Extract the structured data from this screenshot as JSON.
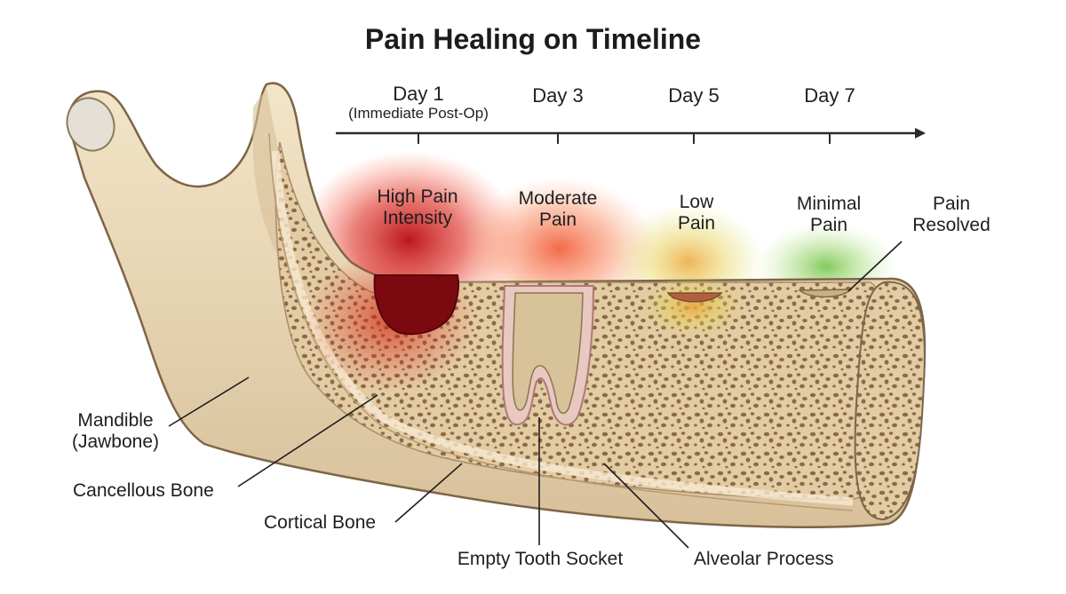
{
  "title": "Pain Healing on Timeline",
  "timeline": {
    "days": [
      {
        "label": "Day 1",
        "note": "(Immediate Post-Op)"
      },
      {
        "label": "Day 3",
        "note": ""
      },
      {
        "label": "Day 5",
        "note": ""
      },
      {
        "label": "Day 7",
        "note": ""
      }
    ]
  },
  "pain_stages": [
    {
      "line1": "High Pain",
      "line2": "Intensity",
      "color": "#c01818"
    },
    {
      "line1": "Moderate",
      "line2": "Pain",
      "color": "#ee4a2a"
    },
    {
      "line1": "Low",
      "line2": "Pain",
      "color": "#e8b030"
    },
    {
      "line1": "Minimal",
      "line2": "Pain",
      "color": "#7ec850"
    },
    {
      "line1": "Pain",
      "line2": "Resolved",
      "color": "#ffffff"
    }
  ],
  "anatomy": {
    "mandible_line1": "Mandible",
    "mandible_line2": "(Jawbone)",
    "cancellous": "Cancellous Bone",
    "cortical": "Cortical Bone",
    "socket": "Empty Tooth Socket",
    "alveolar": "Alveolar Process"
  },
  "colors": {
    "bone": "#eedcbc",
    "bone_shadow": "#cdb48c",
    "outline": "#7d6548",
    "pore": "#8a6a48"
  }
}
